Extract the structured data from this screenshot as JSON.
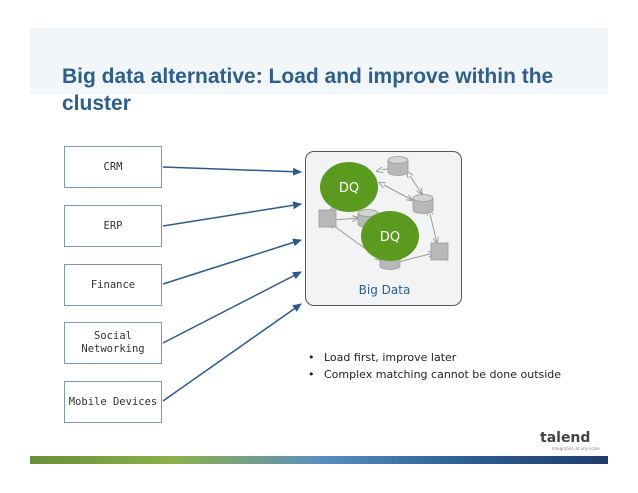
{
  "title": "Big data alternative: Load and improve within the cluster",
  "sources": [
    "CRM",
    "ERP",
    "Finance",
    "Social Networking",
    "Mobile Devices"
  ],
  "big_data": {
    "label": "Big Data",
    "dq_label_1": "DQ",
    "dq_label_2": "DQ"
  },
  "bullets": [
    "Load first, improve later",
    "Complex matching cannot be done outside"
  ],
  "logo": {
    "name": "talend",
    "tagline": "Integration at any scale"
  },
  "colors": {
    "title": "#2c5f8f",
    "dq_green": "#5a9a1e",
    "arrow": "#2d5a8c",
    "box_border": "#7a98b8"
  }
}
